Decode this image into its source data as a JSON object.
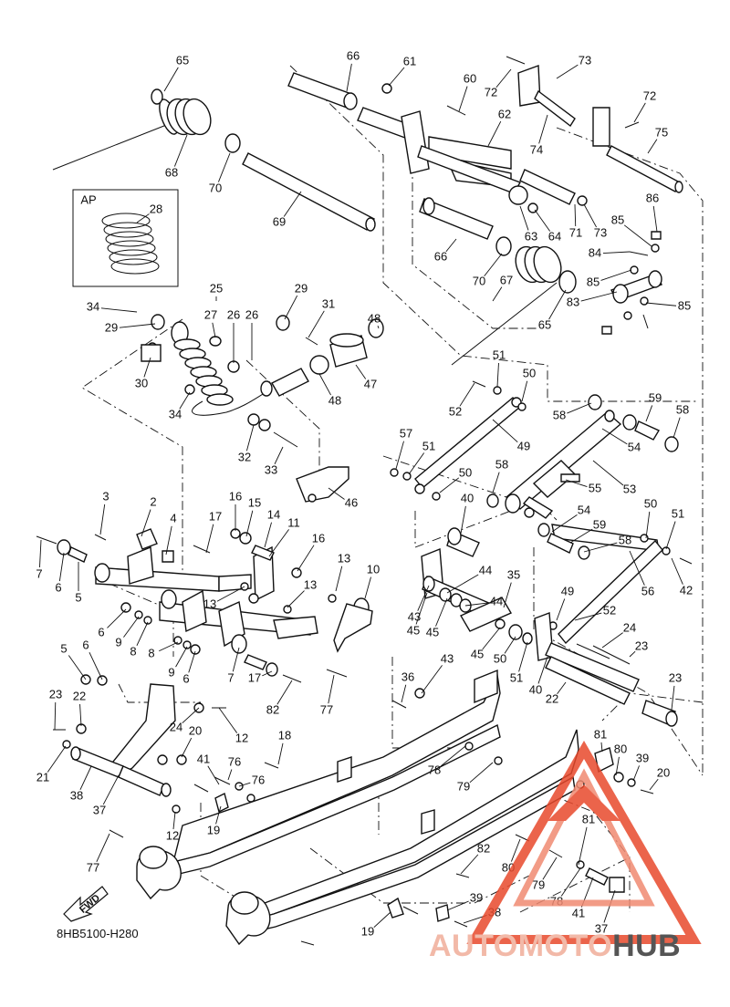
{
  "diagram": {
    "part_code": "8HB5100-H280",
    "inset_label": "AP",
    "fwd_label": "FWD",
    "callouts": [
      "65",
      "66",
      "61",
      "73",
      "72",
      "60",
      "62",
      "72",
      "74",
      "75",
      "68",
      "70",
      "69",
      "28",
      "86",
      "85",
      "84",
      "63",
      "64",
      "71",
      "73",
      "66",
      "70",
      "67",
      "85",
      "83",
      "85",
      "65",
      "25",
      "29",
      "31",
      "34",
      "27",
      "26",
      "26",
      "29",
      "30",
      "34",
      "48",
      "47",
      "48",
      "51",
      "50",
      "52",
      "49",
      "58",
      "59",
      "58",
      "32",
      "33",
      "57",
      "51",
      "50",
      "54",
      "46",
      "58",
      "55",
      "53",
      "3",
      "2",
      "16",
      "15",
      "14",
      "11",
      "17",
      "16",
      "4",
      "7",
      "6",
      "5",
      "13",
      "40",
      "54",
      "59",
      "50",
      "51",
      "44",
      "35",
      "58",
      "13",
      "13",
      "10",
      "6",
      "9",
      "8",
      "8",
      "9",
      "6",
      "43",
      "45",
      "45",
      "44",
      "45",
      "50",
      "51",
      "49",
      "52",
      "56",
      "42",
      "24",
      "23",
      "5",
      "6",
      "7",
      "17",
      "82",
      "77",
      "43",
      "36",
      "40",
      "22",
      "23",
      "23",
      "22",
      "24",
      "12",
      "20",
      "18",
      "21",
      "38",
      "37",
      "41",
      "76",
      "76",
      "78",
      "79",
      "81",
      "80",
      "39",
      "20",
      "19",
      "12",
      "77",
      "82",
      "80",
      "81",
      "79",
      "78",
      "41",
      "37",
      "39",
      "38",
      "19"
    ]
  },
  "watermark": {
    "brand_part_a": "AUTOMOTO",
    "brand_part_b": "HUB",
    "color_accent": "#e8492c",
    "color_dark": "#555555"
  }
}
